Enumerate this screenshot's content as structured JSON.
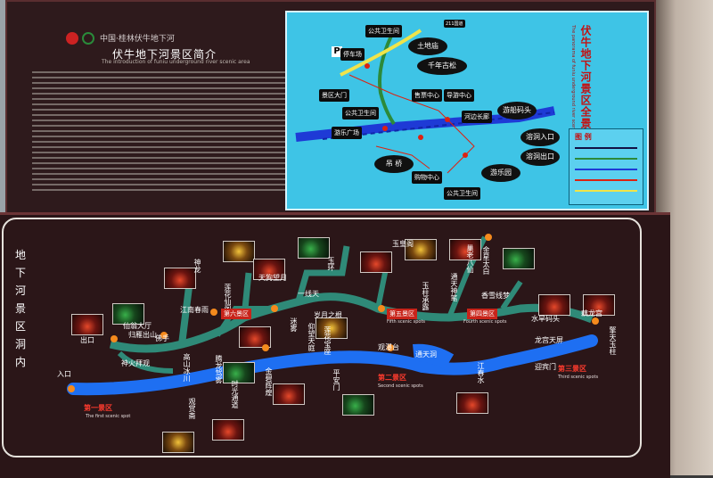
{
  "intro": {
    "brand": "中国·桂林伏牛地下河",
    "title": "伏牛地下河景区简介",
    "subtitle": "The introduction of funiu underground river scenic area"
  },
  "overview_map": {
    "title": "伏牛地下河景区全景图",
    "subtitle": "The panorama of funiu underground river scenic area",
    "labels": [
      {
        "id": "road211",
        "text": "211国道"
      },
      {
        "id": "toilet1",
        "text": "公共卫生间"
      },
      {
        "id": "parking",
        "text": "停车场"
      },
      {
        "id": "tudimiao",
        "text": "土地庙"
      },
      {
        "id": "qiannian",
        "text": "千年古松"
      },
      {
        "id": "gate",
        "text": "景区大门"
      },
      {
        "id": "toilet2",
        "text": "公共卫生间"
      },
      {
        "id": "ticket",
        "text": "售票中心"
      },
      {
        "id": "guide",
        "text": "导游中心"
      },
      {
        "id": "dock",
        "text": "游船码头"
      },
      {
        "id": "riverside",
        "text": "河边长廊"
      },
      {
        "id": "square",
        "text": "游乐广场"
      },
      {
        "id": "cave_in",
        "text": "溶洞入口"
      },
      {
        "id": "cave_out",
        "text": "溶洞出口"
      },
      {
        "id": "bridge",
        "text": "吊 桥"
      },
      {
        "id": "shopping",
        "text": "购物中心"
      },
      {
        "id": "park",
        "text": "游乐园"
      },
      {
        "id": "toilet3",
        "text": "公共卫生间"
      }
    ],
    "legend_title": "图 例"
  },
  "underground_map": {
    "side_title": "地下河景区洞内",
    "labels": [
      {
        "id": "entrance",
        "text": "入口"
      },
      {
        "id": "exit",
        "text": "出口"
      },
      {
        "id": "jiangnan",
        "text": "江南春雨"
      },
      {
        "id": "guiyan",
        "text": "归雁出山"
      },
      {
        "id": "xiujie",
        "text": "仙翁大厅"
      },
      {
        "id": "foshou",
        "text": "佛手"
      },
      {
        "id": "shenhuo",
        "text": "神火拜观"
      },
      {
        "id": "bingchuan",
        "text": "高山冰川"
      },
      {
        "id": "tenglong",
        "text": "腾龙驾雾"
      },
      {
        "id": "shenlong",
        "text": "神龙"
      },
      {
        "id": "shijian",
        "text": "时光通道"
      },
      {
        "id": "guanhao",
        "text": "观赏斋"
      },
      {
        "id": "jinbi",
        "text": "金碧辉煌"
      },
      {
        "id": "yidongtian",
        "text": "一线天"
      },
      {
        "id": "yuhuan",
        "text": "玉环"
      },
      {
        "id": "xiaoyue",
        "text": "天狗望月"
      },
      {
        "id": "lianhua",
        "text": "莲花仙阁"
      },
      {
        "id": "mihu",
        "text": "迷雾"
      },
      {
        "id": "yangwang",
        "text": "仰望天庭"
      },
      {
        "id": "lianhuabao",
        "text": "莲花宝座"
      },
      {
        "id": "suiyue",
        "text": "岁月之根"
      },
      {
        "id": "pingan",
        "text": "平安门"
      },
      {
        "id": "guanxiu",
        "text": "观瀑台"
      },
      {
        "id": "tongtian",
        "text": "通天洞"
      },
      {
        "id": "jiangchun",
        "text": "江春水"
      },
      {
        "id": "yinbin",
        "text": "迎宾门"
      },
      {
        "id": "longgong",
        "text": "龙宫天屏"
      },
      {
        "id": "shuidao",
        "text": "水旱码头"
      },
      {
        "id": "yuhuangge",
        "text": "玉皇阁"
      },
      {
        "id": "xiangxue",
        "text": "香雪线梦"
      },
      {
        "id": "yuzhu",
        "text": "玉柱承露"
      },
      {
        "id": "zhetian",
        "text": "擎天玉柱"
      },
      {
        "id": "dragon_palace",
        "text": "藕龙宫"
      },
      {
        "id": "zonglan",
        "text": "巢老八仙"
      },
      {
        "id": "shen_tai",
        "text": "金星太白"
      },
      {
        "id": "tongtian_bi",
        "text": "通天神笔"
      }
    ],
    "scenic_spots": [
      {
        "id": "first",
        "text": "第一景区",
        "en": "The first scenic spot"
      },
      {
        "id": "second",
        "text": "第二景区",
        "en": "Second scenic spots"
      },
      {
        "id": "third",
        "text": "第三景区",
        "en": "Third scenic spots"
      },
      {
        "id": "fourth",
        "text": "第四景区",
        "en": "Fourth scenic spots"
      },
      {
        "id": "fifth",
        "text": "第五景区",
        "en": "Fifth scenic spots"
      },
      {
        "id": "sixth",
        "text": "第六景区",
        "en": ""
      }
    ]
  },
  "colors": {
    "board": "#2e1a1c",
    "overview_water": "#3ec4e6",
    "river": "#1e6ff2",
    "path": "#2f8a78",
    "accent_red": "#c8241a",
    "dot_orange": "#f58a1d"
  }
}
